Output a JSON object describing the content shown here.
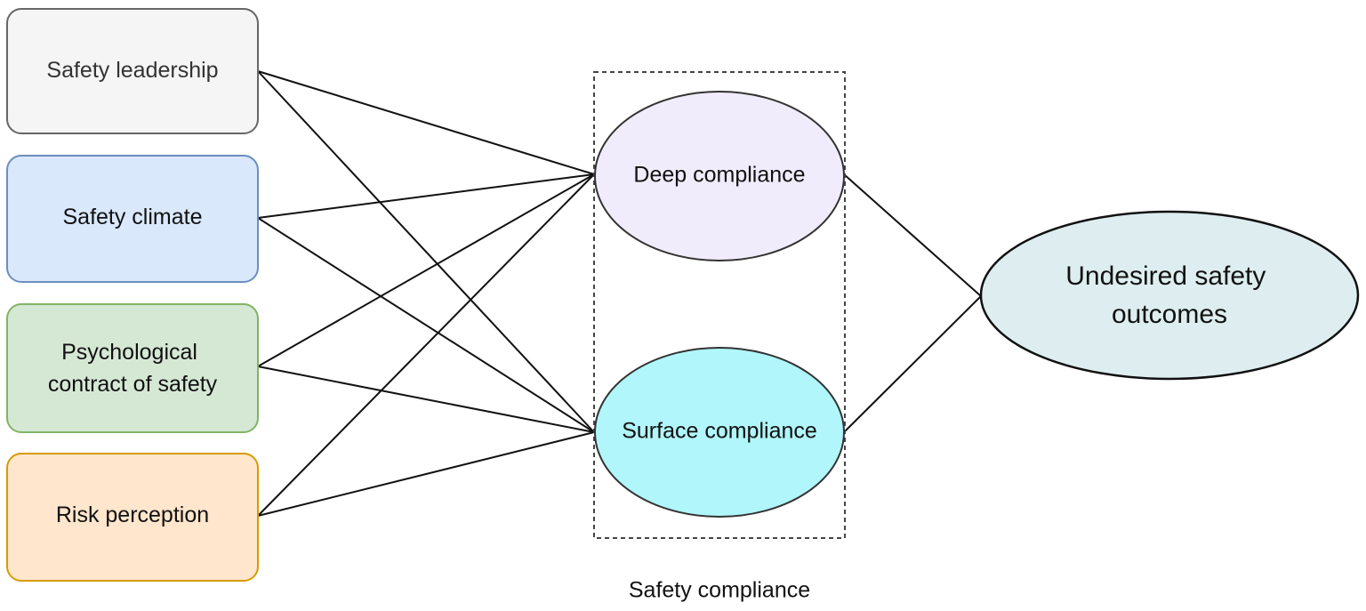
{
  "predictors": [
    {
      "lines": [
        "Safety leadership"
      ],
      "fill": "#f5f5f5",
      "stroke": "#666666"
    },
    {
      "lines": [
        "Safety climate"
      ],
      "fill": "#dae8fc",
      "stroke": "#6c8ebf"
    },
    {
      "lines": [
        "Psychological",
        "contract of safety"
      ],
      "fill": "#d5e8d4",
      "stroke": "#82b366"
    },
    {
      "lines": [
        "Risk perception"
      ],
      "fill": "#ffe6cc",
      "stroke": "#d79b00"
    }
  ],
  "mediators": [
    {
      "label": "Deep compliance",
      "fill": "#f1ecfb",
      "stroke": "#333333"
    },
    {
      "label": "Surface compliance",
      "fill": "#b0f6fa",
      "stroke": "#333333"
    }
  ],
  "group": {
    "label": "Safety compliance"
  },
  "outcome": {
    "lines": [
      "Undesired safety",
      "outcomes"
    ],
    "fill": "#deeef0",
    "stroke": "#111111"
  },
  "links": {
    "stroke": "#111111"
  }
}
